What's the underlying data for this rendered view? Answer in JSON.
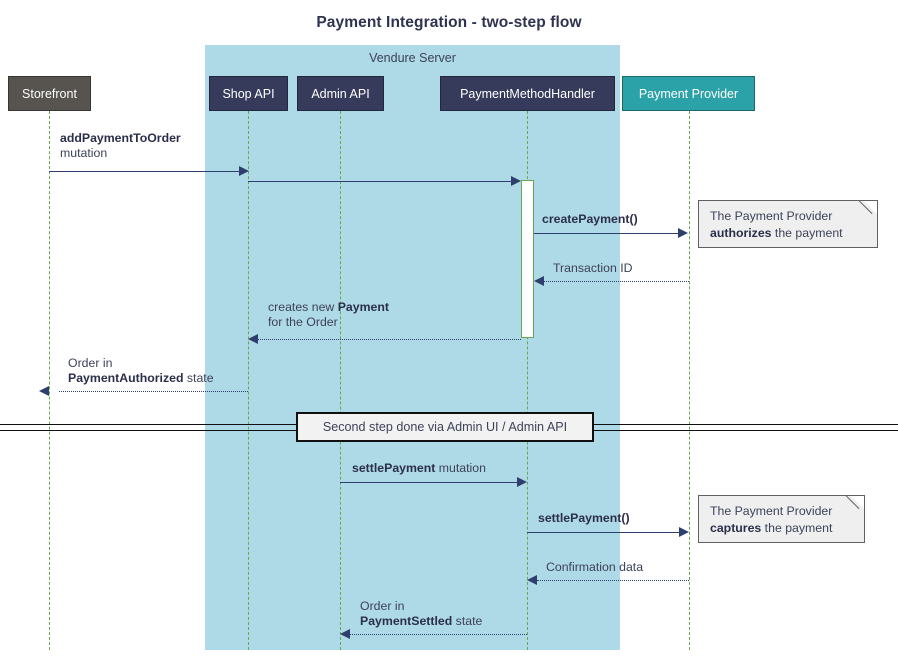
{
  "title": "Payment Integration - two-step flow",
  "colors": {
    "group_fill": "#aed9e6",
    "storefront_fill": "#575450",
    "navy_fill": "#363b5c",
    "teal_fill": "#2ba2a8",
    "lifeline": "#6aa84f",
    "arrow": "#2e3f6e",
    "note_fill": "#efefef",
    "text": "#3d4258"
  },
  "group": {
    "label": "Vendure Server"
  },
  "participants": [
    {
      "id": "storefront",
      "label": "Storefront",
      "style": "p-storefront"
    },
    {
      "id": "shop-api",
      "label": "Shop API",
      "style": "p-navy"
    },
    {
      "id": "admin-api",
      "label": "Admin API",
      "style": "p-navy"
    },
    {
      "id": "payment-method-handler",
      "label": "PaymentMethodHandler",
      "style": "p-navy"
    },
    {
      "id": "payment-provider",
      "label": "Payment Provider",
      "style": "p-teal"
    }
  ],
  "messages": [
    {
      "id": "add-payment-to-order",
      "from": "storefront",
      "to": "shop-api",
      "kind": "call",
      "line1_bold": "addPaymentToOrder",
      "line1_plain": "",
      "line2_bold": "",
      "line2_plain": "mutation"
    },
    {
      "id": "shop-api-to-handler",
      "from": "shop-api",
      "to": "payment-method-handler",
      "kind": "call",
      "line1_bold": "",
      "line1_plain": "",
      "line2_bold": "",
      "line2_plain": ""
    },
    {
      "id": "create-payment",
      "from": "payment-method-handler",
      "to": "payment-provider",
      "kind": "call",
      "line1_bold": "createPayment()",
      "line1_plain": "",
      "line2_bold": "",
      "line2_plain": ""
    },
    {
      "id": "transaction-id",
      "from": "payment-provider",
      "to": "payment-method-handler",
      "kind": "return",
      "line1_bold": "",
      "line1_plain": "Transaction ID",
      "line2_bold": "",
      "line2_plain": ""
    },
    {
      "id": "creates-new-payment",
      "from": "payment-method-handler",
      "to": "shop-api",
      "kind": "return",
      "line1_bold": "Payment",
      "line1_plain": "creates new ",
      "line2_bold": "",
      "line2_plain": "for the Order"
    },
    {
      "id": "order-payment-authorized",
      "from": "shop-api",
      "to": "storefront",
      "kind": "return",
      "line1_bold": "",
      "line1_plain": "Order in",
      "line2_bold": "PaymentAuthorized",
      "line2_plain": " state"
    },
    {
      "id": "settle-payment-mutation",
      "from": "admin-api",
      "to": "payment-method-handler",
      "kind": "call",
      "line1_bold": "settlePayment",
      "line1_plain": " mutation",
      "line2_bold": "",
      "line2_plain": ""
    },
    {
      "id": "settle-payment-call",
      "from": "payment-method-handler",
      "to": "payment-provider",
      "kind": "call",
      "line1_bold": "settlePayment()",
      "line1_plain": "",
      "line2_bold": "",
      "line2_plain": ""
    },
    {
      "id": "confirmation-data",
      "from": "payment-provider",
      "to": "payment-method-handler",
      "kind": "return",
      "line1_bold": "",
      "line1_plain": "Confirmation data",
      "line2_bold": "",
      "line2_plain": ""
    },
    {
      "id": "order-payment-settled",
      "from": "payment-method-handler",
      "to": "admin-api",
      "kind": "return",
      "line1_bold": "",
      "line1_plain": "Order in",
      "line2_bold": "PaymentSettled",
      "line2_plain": " state"
    }
  ],
  "notes": [
    {
      "id": "note-authorizes",
      "line1": "The Payment Provider",
      "line2_bold": "authorizes",
      "line2_plain": " the payment"
    },
    {
      "id": "note-captures",
      "line1": "The Payment Provider",
      "line2_bold": "captures",
      "line2_plain": " the payment"
    }
  ],
  "divider": {
    "label": "Second step done via Admin UI / Admin API"
  }
}
